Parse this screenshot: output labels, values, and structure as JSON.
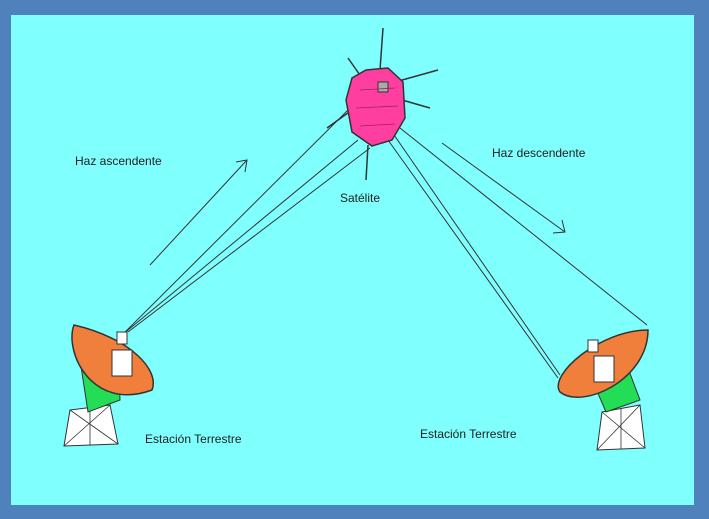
{
  "labels": {
    "uplink": "Haz ascendente",
    "downlink": "Haz descendente",
    "satellite": "Satélite",
    "station_left": "Estación Terrestre",
    "station_right": "Estación Terrestre"
  },
  "colors": {
    "border": "#4f81bd",
    "background": "#80ffff",
    "satellite": "#ff3fa0",
    "dish": "#f07f3c",
    "dish_base": "#22dd55"
  },
  "icons": [
    "satellite-icon",
    "dish-antenna-icon",
    "arrow-icon"
  ]
}
